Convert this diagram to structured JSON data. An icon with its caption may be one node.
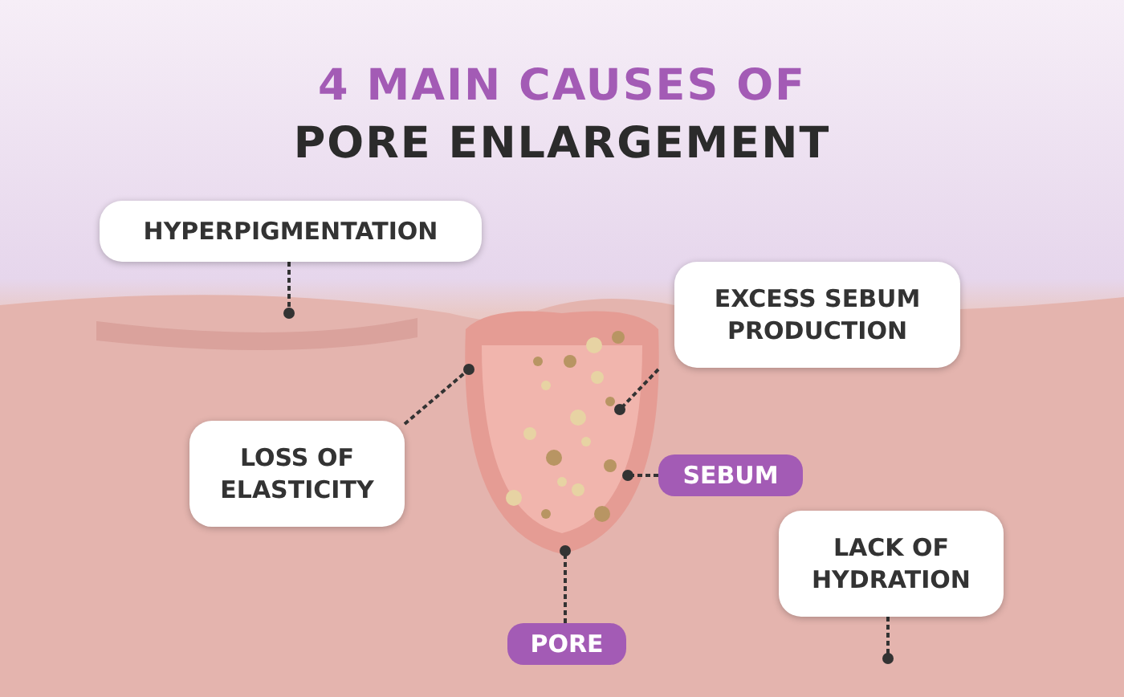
{
  "diagram": {
    "title": "4 MAIN CAUSES OF PORE ENLARGEMENT",
    "nodes": [
      {
        "text": [
          "HYPERPIGMENTATION"
        ]
      },
      {
        "text": [
          "EXCESS SEBUM PRODUCTION"
        ]
      },
      {
        "text": [
          "LOSS OF ELASTICITY"
        ]
      },
      {
        "text": [
          "SEBUM"
        ]
      },
      {
        "text": [
          "LACK OF HYDRATION"
        ]
      },
      {
        "text": [
          "PORE"
        ]
      }
    ],
    "edges": [
      {
        "from": 0,
        "to": null,
        "arrow": "other"
      },
      {
        "from": 1,
        "to": null,
        "arrow": "other"
      },
      {
        "from": 2,
        "to": null,
        "arrow": "other"
      },
      {
        "from": 3,
        "to": null,
        "arrow": "other"
      },
      {
        "from": 4,
        "to": null,
        "arrow": "other"
      },
      {
        "from": 5,
        "to": null,
        "arrow": "other"
      }
    ]
  }
}
